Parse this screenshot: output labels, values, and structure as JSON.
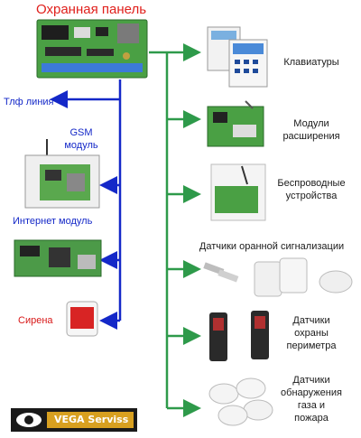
{
  "title": "Охранная панель",
  "left": {
    "phone_line": "Тлф линия",
    "gsm": "GSM\nмодуль",
    "internet": "Интернет модуль",
    "siren": "Сирена"
  },
  "right": {
    "keyboards": "Клавиатуры",
    "expansion": "Модули\nрасширения",
    "wireless": "Беспроводные\nустройства",
    "alarm_sensors": "Датчики оранной сигнализации",
    "perimeter": "Датчики\nохраны\nпериметра",
    "gas_fire": "Датчики\nобнаружения\nгаза и\nпожара"
  },
  "logo": {
    "text": "VEGA Serviss"
  },
  "colors": {
    "green": "#2e9a4a",
    "blue": "#1428c8",
    "red": "#d81818"
  }
}
